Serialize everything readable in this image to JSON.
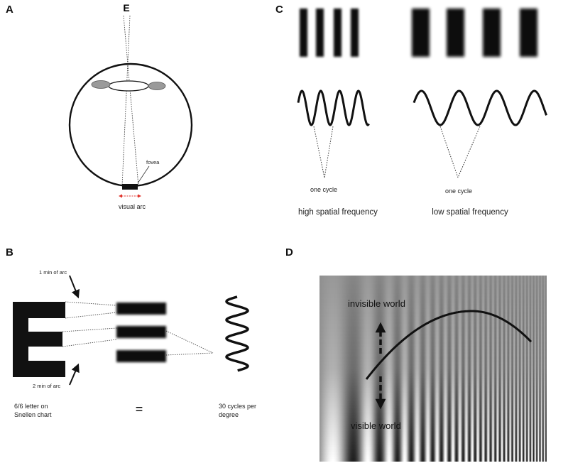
{
  "panels": {
    "a": {
      "letter": "A",
      "target_letter": "E",
      "fovea_label": "fovea",
      "arc_label": "visual arc",
      "arc_color": "#e0322b"
    },
    "b": {
      "letter": "B",
      "label_top": "1 min of arc",
      "label_bottom": "2 min of arc",
      "big_letter": "E",
      "caption_left_1": "6/6 letter on",
      "caption_left_2": "Snellen chart",
      "equals": "=",
      "caption_right_1": "30 cycles per",
      "caption_right_2": "degree"
    },
    "c": {
      "letter": "C",
      "left_cycle_label": "one cycle",
      "right_cycle_label": "one cycle",
      "left_caption": "high spatial frequency",
      "right_caption": "low spatial frequency"
    },
    "d": {
      "letter": "D",
      "top_label": "invisible world",
      "bottom_label": "visible world"
    }
  }
}
